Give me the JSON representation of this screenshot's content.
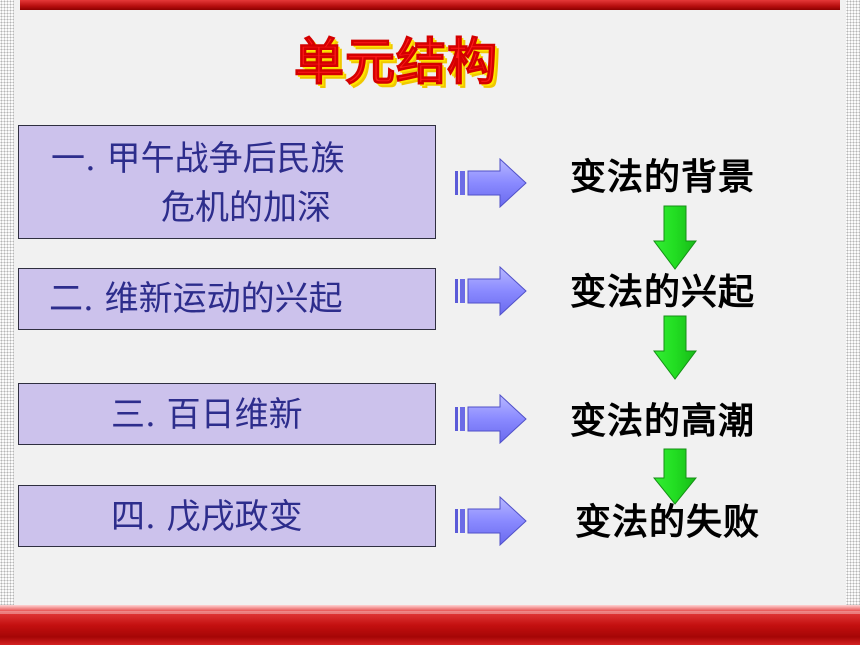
{
  "slide": {
    "title": "单元结构",
    "sections": [
      {
        "line1": "一. 甲午战争后民族",
        "line2": "危机的加深",
        "stage": "变法的背景"
      },
      {
        "line1": "二. 维新运动的兴起",
        "stage": "变法的兴起"
      },
      {
        "line1": "三. 百日维新",
        "stage": "变法的高潮"
      },
      {
        "line1": "四. 戊戌政变",
        "stage": "变法的失败"
      }
    ]
  },
  "colors": {
    "title_fill": "#ff1a1a",
    "title_shadow": "#ffe600",
    "box_fill": "#ccc2ec",
    "box_text": "#2d2d8c",
    "right_arrow": "#8a8aff",
    "down_arrow": "#22dd22",
    "accent_red": "#c41010"
  },
  "icons": {
    "right_arrow": "striped-right-arrow-icon",
    "down_arrow": "down-arrow-icon"
  }
}
